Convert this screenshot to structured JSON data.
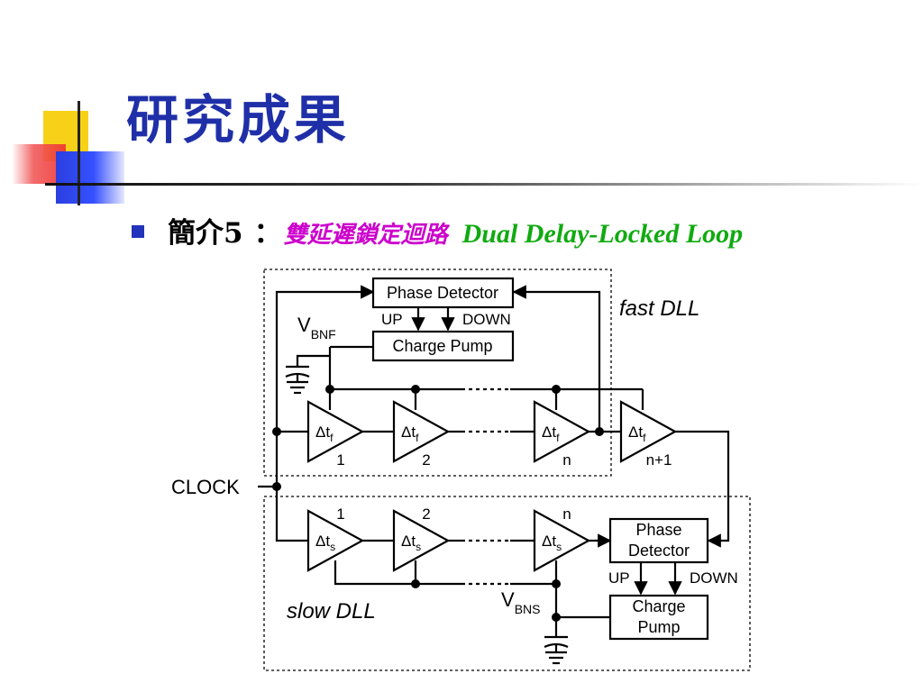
{
  "slide": {
    "title": "研究成果",
    "bullet": {
      "intro": "簡介5",
      "colon": "：",
      "zh_name": "雙延遲鎖定迴路",
      "en_name": "Dual Delay-Locked Loop"
    }
  },
  "diagram": {
    "fast_label": "fast DLL",
    "slow_label": "slow DLL",
    "clock_label": "CLOCK",
    "phase_detector_fast": "Phase Detector",
    "charge_pump_fast": "Charge Pump",
    "phase_detector_slow_line1": "Phase",
    "phase_detector_slow_line2": "Detector",
    "charge_pump_slow_line1": "Charge",
    "charge_pump_slow_line2": "Pump",
    "up": "UP",
    "down": "DOWN",
    "vbnf_main": "V",
    "vbnf_sub": "BNF",
    "vbns_main": "V",
    "vbns_sub": "BNS",
    "delta": "Δt",
    "fast_sub": "f",
    "slow_sub": "s",
    "stage_1": "1",
    "stage_2": "2",
    "stage_n": "n",
    "stage_n1": "n+1"
  }
}
